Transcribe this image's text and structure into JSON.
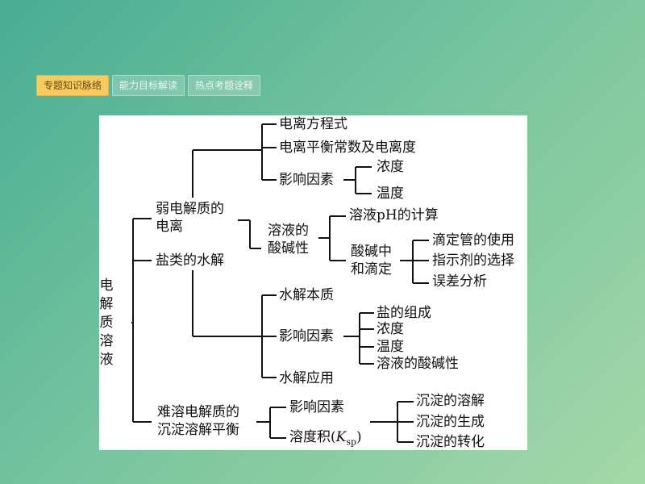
{
  "tabs": [
    {
      "label": "专题知识脉络",
      "active": true
    },
    {
      "label": "能力目标解读",
      "active": false
    },
    {
      "label": "热点考题诠释",
      "active": false
    }
  ],
  "diagram": {
    "root": "电解质溶液",
    "weak_electrolyte": {
      "line1": "弱电解质的",
      "line2": "电离",
      "items": [
        "电离方程式",
        "电离平衡常数及电离度",
        "影响因素"
      ],
      "factors": [
        "浓度",
        "温度"
      ]
    },
    "hydrolysis": {
      "title": "盐类的水解",
      "items": [
        "水解本质",
        "影响因素",
        "水解应用"
      ],
      "factors": [
        "盐的组成",
        "浓度",
        "温度",
        "溶液的酸碱性"
      ]
    },
    "acidity": {
      "line1": "溶液的",
      "line2": "酸碱性",
      "ph": "溶液pH的计算",
      "titration_line1": "酸碱中",
      "titration_line2": "和滴定",
      "titration_items": [
        "滴定管的使用",
        "指示剂的选择",
        "误差分析"
      ]
    },
    "precipitation": {
      "line1": "难溶电解质的",
      "line2": "沉淀溶解平衡",
      "items": [
        "影响因素"
      ],
      "ksp_prefix": "溶度积(",
      "ksp_symbol": "K",
      "ksp_sub": "sp",
      "ksp_suffix": ")",
      "outcomes": [
        "沉淀的溶解",
        "沉淀的生成",
        "沉淀的转化"
      ]
    }
  }
}
